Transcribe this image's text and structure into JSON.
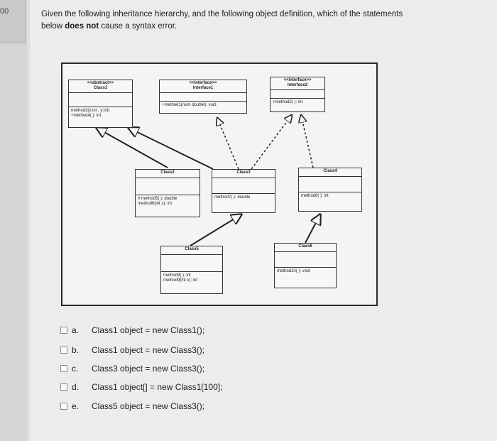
{
  "left": {
    "qnum": "00"
  },
  "question": {
    "text_pre": "Given the following inheritance hierarchy, and the following object definition, which of the statements below ",
    "text_bold": "does not",
    "text_post": " cause a syntax error."
  },
  "diagram": {
    "class1": {
      "stereo": "<<abstract>>",
      "name": "Class1",
      "m1": "method3(x:int , y:int)",
      "m2": "+method4( ): int"
    },
    "iface1": {
      "stereo": "<<interface>>",
      "name": "Interface1",
      "m1": "+method1(num double): void"
    },
    "iface2": {
      "stereo": "<<interface>>",
      "name": "Interface2",
      "m1": "+method2( ): int"
    },
    "class2": {
      "name": "Class2",
      "m1": "# method5( ): double",
      "m2": "method6(int x): int"
    },
    "class3": {
      "name": "Class3",
      "m1": "method7( ): double"
    },
    "class4": {
      "name": "Class4",
      "m1": "method8( ): int"
    },
    "class5": {
      "name": "Class5",
      "m1": "method9( ): int",
      "m2": "method9(int x): int"
    },
    "class6": {
      "name": "Class6",
      "m1": "method10( ): void"
    }
  },
  "options": [
    {
      "letter": "a.",
      "text": "Class1 object = new Class1();"
    },
    {
      "letter": "b.",
      "text": "Class1 object = new Class3();"
    },
    {
      "letter": "c.",
      "text": "Class3 object = new Class3();"
    },
    {
      "letter": "d.",
      "text": "Class1 object[] = new Class1[100];"
    },
    {
      "letter": "e.",
      "text": "Class5 object = new Class3();"
    }
  ]
}
